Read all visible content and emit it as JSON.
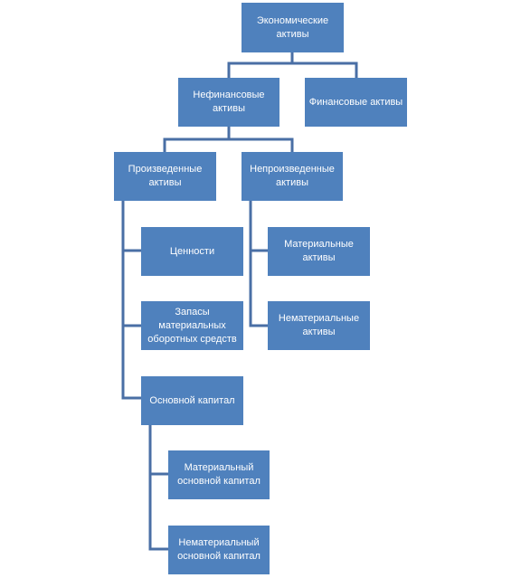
{
  "nodes": {
    "economic_assets": "Экономические активы",
    "nonfinancial_assets": "Нефинансовые активы",
    "financial_assets": "Финансовые активы",
    "produced_assets": "Произведенные активы",
    "nonproduced_assets": "Непроизведенные активы",
    "valuables": "Ценности",
    "inventories": "Запасы материальных оборотных средств",
    "fixed_capital": "Основной капитал",
    "tangible_assets": "Материальные активы",
    "intangible_assets": "Нематериальные активы",
    "tangible_fixed_capital": "Материальный основной капитал",
    "intangible_fixed_capital": "Нематериальный основной капитал"
  },
  "colors": {
    "node_fill": "#4f81bd",
    "node_text": "#ffffff",
    "connector": "#4a6fa5"
  }
}
